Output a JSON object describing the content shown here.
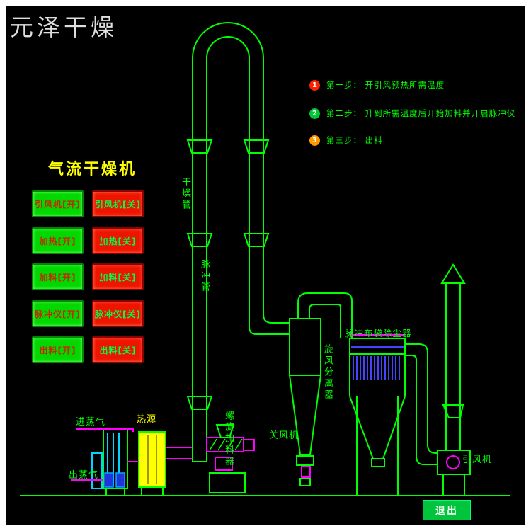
{
  "watermark": "元泽干燥",
  "panel": {
    "title": "气流干燥机",
    "buttons_on": [
      "引风机[开]",
      "加热[开]",
      "加料[开]",
      "脉冲仪[开]",
      "出料[开]"
    ],
    "buttons_off": [
      "引风机[关]",
      "加热[关]",
      "加料[关]",
      "脉冲仪[关]",
      "出料[关]"
    ]
  },
  "steps": [
    {
      "num": "1",
      "text": "第一步： 开引风预热所需温度"
    },
    {
      "num": "2",
      "text": "第二步： 升到所需温度后开始加料并开启脉冲仪"
    },
    {
      "num": "3",
      "text": "第三步： 出料"
    }
  ],
  "labels": {
    "drying_pipe": "干燥管",
    "pulse_pipe": "脉冲管",
    "cyclone": "旋风分离器",
    "airlock": "关风机",
    "dust_collector": "脉冲布袋除尘器",
    "fan": "引风机",
    "steam_in": "进蒸气",
    "heat_source": "热源",
    "steam_out": "出蒸气",
    "screw_feeder": "螺旋加料器"
  },
  "exit_button": "退出",
  "colors": {
    "background": "#000000",
    "frame": "#ffffff",
    "line_green": "#00ff00",
    "magenta": "#ff00ff",
    "cyan": "#00d5ff",
    "blue": "#4444ff",
    "yellow": "#ffff00",
    "button_on_bg": "#00d800",
    "button_on_text": "#cc2200",
    "button_off_bg": "#ee1500",
    "button_off_text": "#00ff44",
    "step1_dot": "#ff2200",
    "step2_dot": "#00c832",
    "step3_dot": "#ff9900",
    "step_text": "#00ff00",
    "title_text": "#ffff00"
  }
}
